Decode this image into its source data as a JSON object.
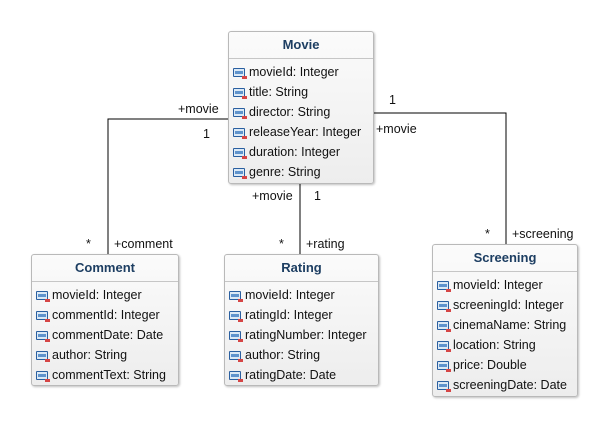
{
  "classes": {
    "movie": {
      "name": "Movie",
      "attributes": [
        "movieId: Integer",
        "title: String",
        "director: String",
        "releaseYear: Integer",
        "duration: Integer",
        "genre: String"
      ]
    },
    "comment": {
      "name": "Comment",
      "attributes": [
        "movieId: Integer",
        "commentId: Integer",
        "commentDate: Date",
        "author: String",
        "commentText: String"
      ]
    },
    "rating": {
      "name": "Rating",
      "attributes": [
        "movieId: Integer",
        "ratingId: Integer",
        "ratingNumber: Integer",
        "author: String",
        "ratingDate: Date"
      ]
    },
    "screening": {
      "name": "Screening",
      "attributes": [
        "movieId: Integer",
        "screeningId: Integer",
        "cinemaName: String",
        "location: String",
        "price: Double",
        "screeningDate: Date"
      ]
    }
  },
  "associations": {
    "movie_comment": {
      "source_role": "+movie",
      "source_mult": "1",
      "target_role": "+comment",
      "target_mult": "*"
    },
    "movie_rating": {
      "source_role": "+movie",
      "source_mult": "1",
      "target_role": "+rating",
      "target_mult": "*"
    },
    "movie_screening": {
      "source_role": "+movie",
      "source_mult": "1",
      "target_role": "+screening",
      "target_mult": "*"
    }
  },
  "icons": {
    "attribute": "attribute-icon"
  },
  "colors": {
    "class_title": "#1d3e62",
    "border": "#b9b9b9",
    "line": "#000000"
  }
}
